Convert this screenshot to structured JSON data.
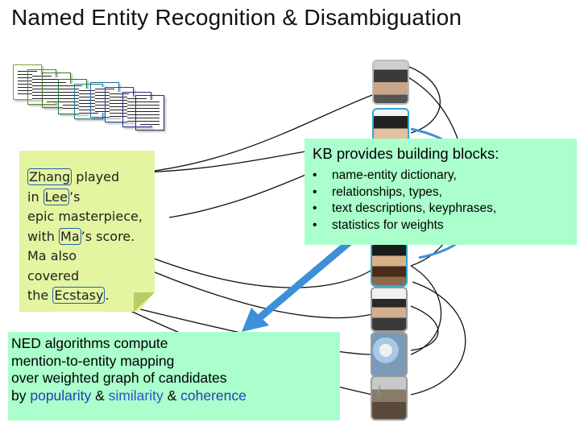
{
  "title": "Named Entity Recognition & Disambiguation",
  "note": {
    "lines": [
      {
        "mention": "Zhang",
        "after": " played"
      },
      {
        "before": "in ",
        "mention": "Lee",
        "after": "’s"
      },
      {
        "text": "epic masterpiece,"
      },
      {
        "before": "with ",
        "mention": "Ma",
        "after": "’s score."
      },
      {
        "text": "Ma also"
      },
      {
        "text": "covered"
      },
      {
        "before": "the ",
        "mention": "Ecstasy",
        "after": "."
      }
    ]
  },
  "kb": {
    "heading": "KB provides building blocks:",
    "bullet": "•",
    "items": [
      "name-entity dictionary,",
      "relationships, types,",
      "text descriptions, keyphrases,",
      "statistics for weights"
    ]
  },
  "ned": {
    "line1": "NED algorithms compute",
    "line2": "mention-to-entity mapping",
    "line3": "over weighted graph of candidates",
    "line4_prefix": "by ",
    "popularity": "popularity",
    "amp1": " & ",
    "similarity": "similarity",
    "amp2": " & ",
    "coherence": "coherence"
  },
  "colors": {
    "box_bg": "#aaffcc",
    "note_bg": "#e3f5a0",
    "arrow": "#3d8fd9",
    "keyword": "#1f3fb3"
  },
  "icons": [
    "document-icon",
    "person-photo",
    "music-score-icon",
    "landscape-photo"
  ]
}
